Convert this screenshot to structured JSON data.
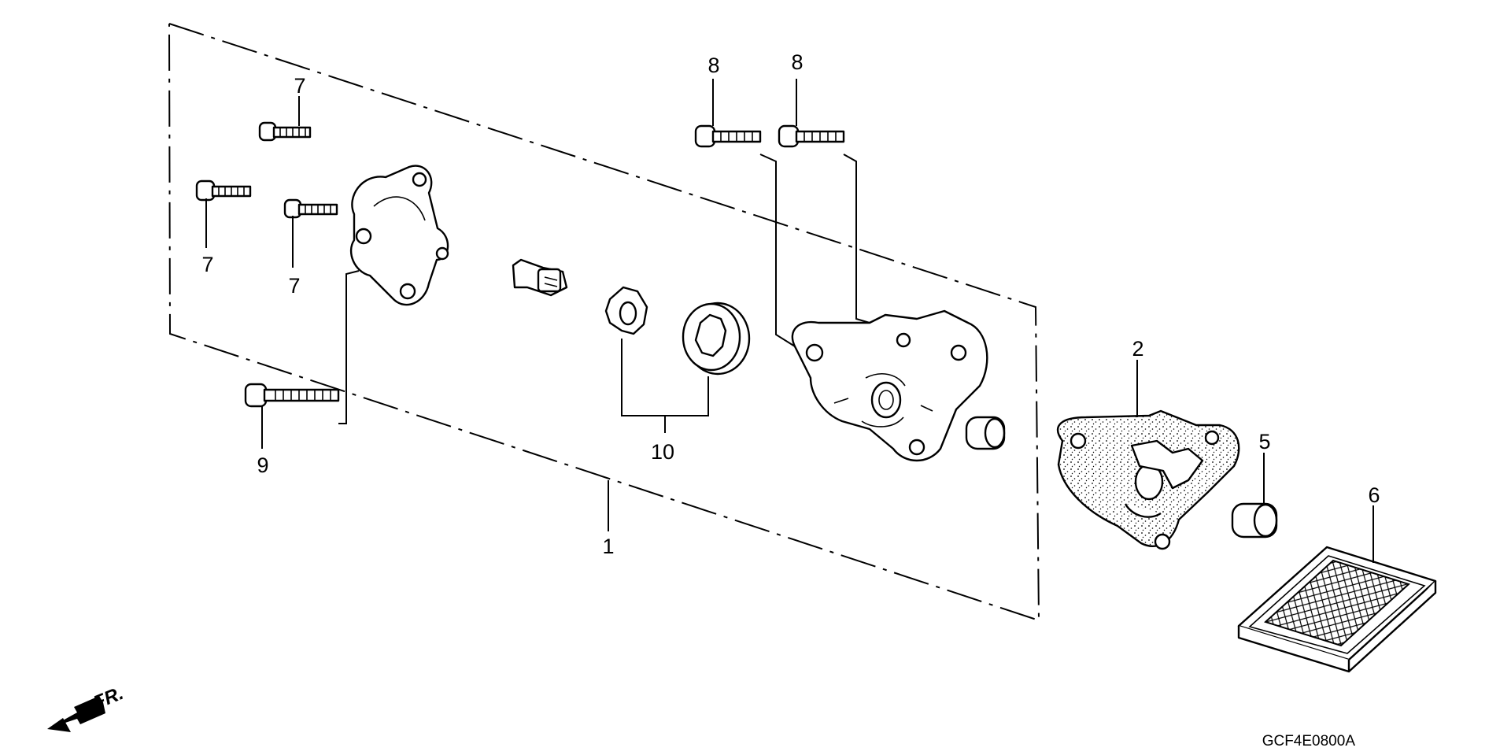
{
  "callouts": {
    "c1": "1",
    "c2": "2",
    "c5": "5",
    "c6": "6",
    "c7a": "7",
    "c7b": "7",
    "c7c": "7",
    "c8a": "8",
    "c8b": "8",
    "c9": "9",
    "c10": "10"
  },
  "front_label": "FR.",
  "diagram_code": "GCF4E0800A",
  "icons": {
    "front": "front-direction-arrow-icon"
  }
}
